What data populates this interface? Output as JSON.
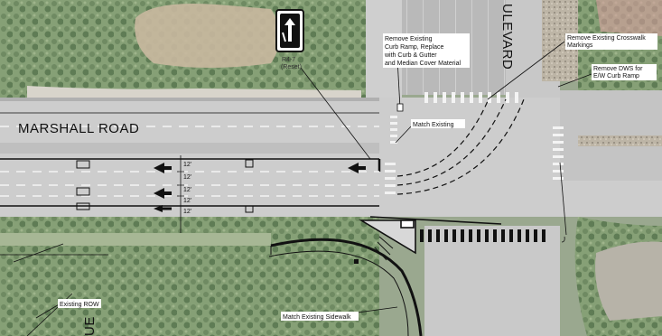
{
  "roads": {
    "marshall_road": "MARSHALL ROAD",
    "boulevard_fragment": "ULEVARD",
    "avenue_fragment": "UE"
  },
  "sign": {
    "code": "R4-7",
    "note": "(Reset)"
  },
  "callouts": {
    "curb_ramp": [
      "Remove Existing",
      "Curb Ramp, Replace",
      "with Curb & Gutter",
      "and Median Cover Material"
    ],
    "crosswalk": [
      "Remove Existing Crosswalk",
      "Markings"
    ],
    "dws": [
      "Remove DWS for",
      "E/W Curb Ramp"
    ],
    "match_existing": "Match Existing",
    "existing_row": "Existing ROW",
    "match_sidewalk": "Match Existing Sidewalk"
  },
  "dimensions": [
    "12'",
    "12'",
    "12'",
    "12'",
    "12'"
  ],
  "colors": {
    "road": "#cfcfcf",
    "grass": "#7f9a70",
    "linework": "#111111"
  }
}
